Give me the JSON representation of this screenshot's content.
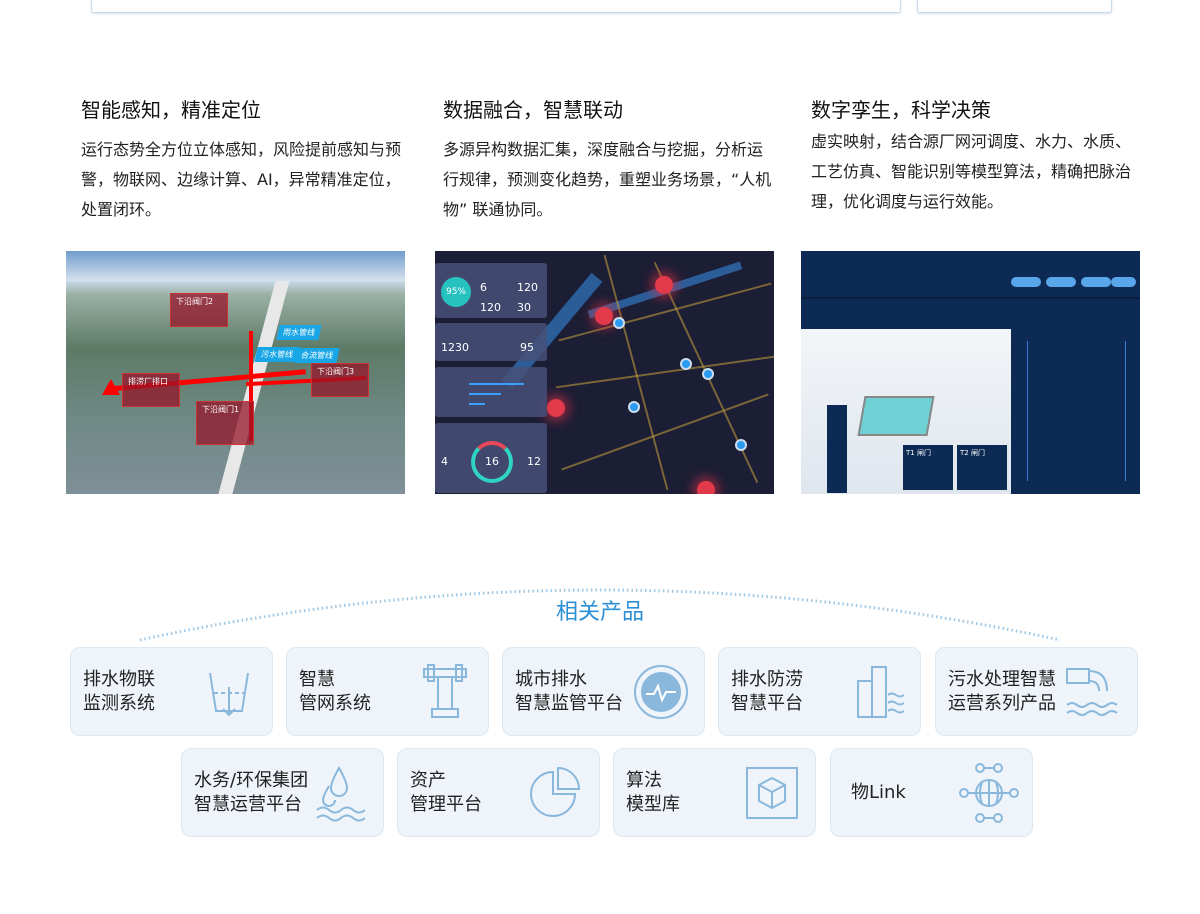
{
  "features": [
    {
      "title": "智能感知，精准定位",
      "text": "运行态势全方位立体感知，风险提前感知与预警，物联网、边缘计算、AI，异常精准定位，处置闭环。"
    },
    {
      "title": "数据融合，智慧联动",
      "text": "多源异构数据汇集，深度融合与挖掘，分析运行规律，预测变化趋势，重塑业务场景，“人机物” 联通协同。"
    },
    {
      "title": "数字孪生，科学决策",
      "text": "虚实映射，结合源厂网河调度、水力、水质、工艺仿真、智能识别等模型算法，精确把脉治理，优化调度与运行效能。"
    }
  ],
  "screens": {
    "scene3d": {
      "tags": [
        "雨水管线",
        "污水管线",
        "合流管线"
      ],
      "boxes": [
        "下沿阀门2",
        "排涝厂排口",
        "下沿阀门1",
        "下沿阀门3"
      ]
    },
    "map": {
      "rate": "95%",
      "v1": "6",
      "v2": "120",
      "v3": "120",
      "v4": "30",
      "water": "1230",
      "pct": "95",
      "total": "16",
      "left": "4",
      "right": "12"
    },
    "twin": {
      "t1": "T1 闸门",
      "t2": "T2 闸门"
    }
  },
  "related": {
    "title": "相关产品",
    "row1": [
      {
        "l1": "排水物联",
        "l2": "监测系统",
        "icon": "basin-icon"
      },
      {
        "l1": "智慧",
        "l2": "管网系统",
        "icon": "pipe-icon"
      },
      {
        "l1": "城市排水",
        "l2": "智慧监管平台",
        "icon": "water-drop-pulse-icon"
      },
      {
        "l1": "排水防涝",
        "l2": "智慧平台",
        "icon": "building-flood-icon"
      },
      {
        "l1": "污水处理智慧",
        "l2": "运营系列产品",
        "icon": "outfall-icon"
      }
    ],
    "row2": [
      {
        "l1": "水务/环保集团",
        "l2": "智慧运营平台",
        "icon": "drops-waves-icon"
      },
      {
        "l1": "资产",
        "l2": "管理平台",
        "icon": "pie-chart-icon"
      },
      {
        "l1": "算法",
        "l2": "模型库",
        "icon": "cube-icon"
      },
      {
        "l1": "物Link",
        "l2": "",
        "icon": "globe-network-icon"
      }
    ]
  }
}
